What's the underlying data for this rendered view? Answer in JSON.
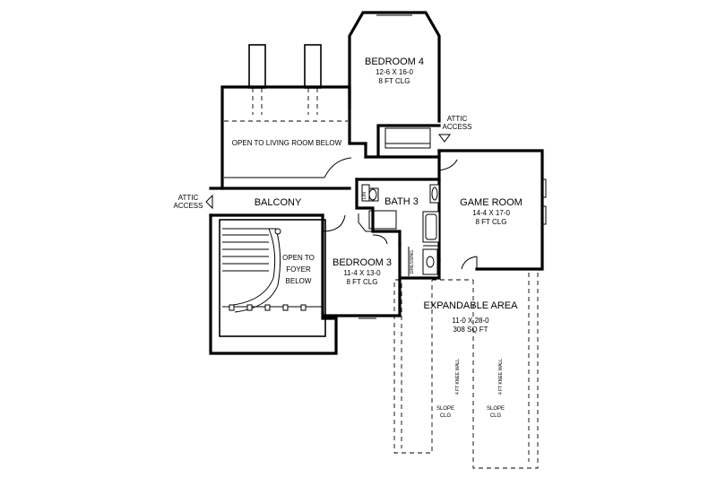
{
  "rooms": {
    "bedroom4": {
      "name": "BEDROOM 4",
      "size": "12-6 X 16-0",
      "clg": "8 FT CLG"
    },
    "bedroom3": {
      "name": "BEDROOM 3",
      "size": "11-4 X 13-0",
      "clg": "8 FT CLG"
    },
    "game_room": {
      "name": "GAME ROOM",
      "size": "14-4 X 17-0",
      "clg": "8 FT CLG"
    },
    "bath3": {
      "name": "BATH 3"
    },
    "balcony": {
      "name": "BALCONY"
    },
    "open_living": {
      "name": "OPEN TO LIVING ROOM BELOW"
    },
    "open_foyer": {
      "line1": "OPEN TO",
      "line2": "FOYER",
      "line3": "BELOW"
    },
    "expandable": {
      "name": "EXPANDABLE AREA",
      "size": "11-0 X 28-0",
      "sqft": "308 SQ FT"
    },
    "dressing": {
      "name": "DRESSING"
    },
    "linen": {
      "name": "LIN"
    }
  },
  "labels": {
    "attic_left_1": "ATTIC",
    "attic_left_2": "ACCESS",
    "attic_top_1": "ATTIC",
    "attic_top_2": "ACCESS",
    "knee_wall_left": "4 FT KNEE WALL",
    "knee_wall_right": "4 FT KNEE WALL",
    "slope_left_1": "SLOPE",
    "slope_left_2": "CLG",
    "slope_right_1": "SLOPE",
    "slope_right_2": "CLG"
  }
}
